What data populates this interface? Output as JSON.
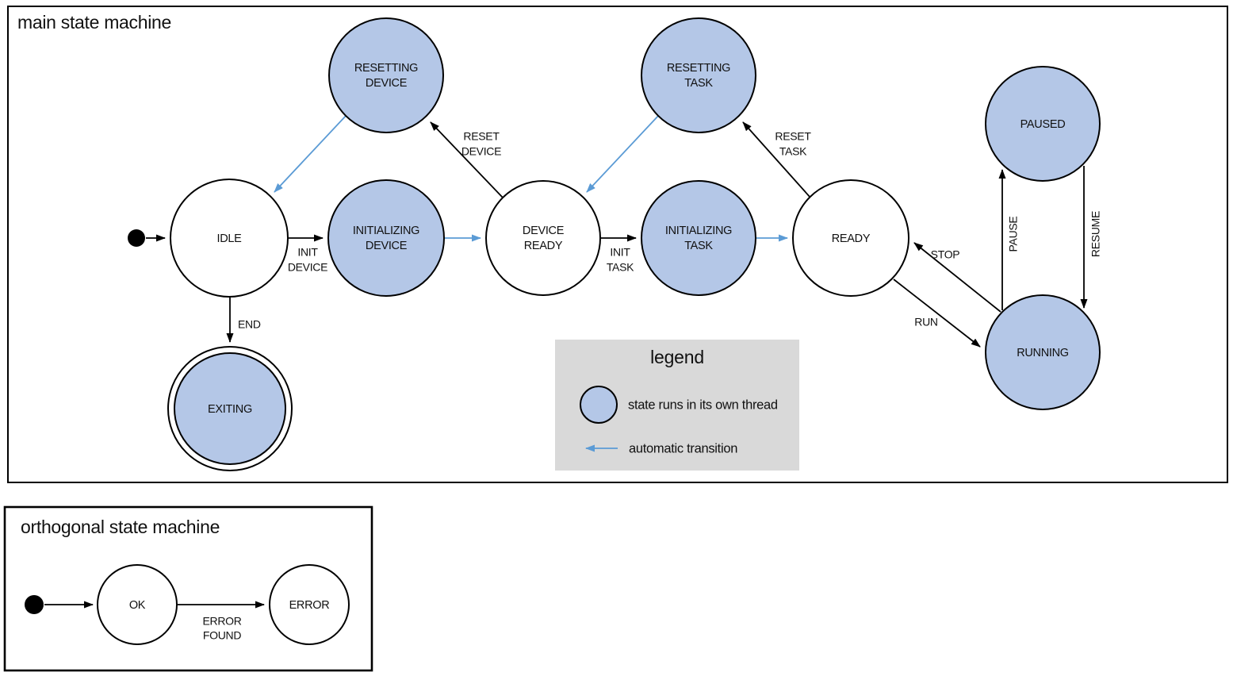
{
  "colors": {
    "background": "#ffffff",
    "node_fill": "#b4c7e7",
    "node_stroke": "#000000",
    "auto_transition": "#5b9bd5",
    "legend_bg": "#d9d9d9",
    "text": "#111111"
  },
  "main": {
    "title": "main state machine",
    "states": {
      "resetting_device": {
        "line1": "RESETTING",
        "line2": "DEVICE"
      },
      "resetting_task": {
        "line1": "RESETTING",
        "line2": "TASK"
      },
      "paused": {
        "label": "PAUSED"
      },
      "idle": {
        "label": "IDLE"
      },
      "initializing_device": {
        "line1": "INITIALIZING",
        "line2": "DEVICE"
      },
      "device_ready": {
        "line1": "DEVICE",
        "line2": "READY"
      },
      "initializing_task": {
        "line1": "INITIALIZING",
        "line2": "TASK"
      },
      "ready": {
        "label": "READY"
      },
      "running": {
        "label": "RUNNING"
      },
      "exiting": {
        "label": "EXITING"
      }
    },
    "transitions": {
      "init_device": {
        "line1": "INIT",
        "line2": "DEVICE"
      },
      "init_task": {
        "line1": "INIT",
        "line2": "TASK"
      },
      "reset_device": {
        "line1": "RESET",
        "line2": "DEVICE"
      },
      "reset_task": {
        "line1": "RESET",
        "line2": "TASK"
      },
      "run": {
        "label": "RUN"
      },
      "stop": {
        "label": "STOP"
      },
      "pause": {
        "label": "PAUSE"
      },
      "resume": {
        "label": "RESUME"
      },
      "end": {
        "label": "END"
      }
    }
  },
  "legend": {
    "title": "legend",
    "items": {
      "threaded_state": {
        "symbol": "threaded-state-circle",
        "text": "state runs in its own thread"
      },
      "auto_transition": {
        "symbol": "automatic-transition-arrow",
        "text": "automatic transition"
      }
    }
  },
  "orthogonal": {
    "title": "orthogonal state machine",
    "states": {
      "ok": {
        "label": "OK"
      },
      "error": {
        "label": "ERROR"
      }
    },
    "transitions": {
      "error_found": {
        "line1": "ERROR",
        "line2": "FOUND"
      }
    }
  }
}
